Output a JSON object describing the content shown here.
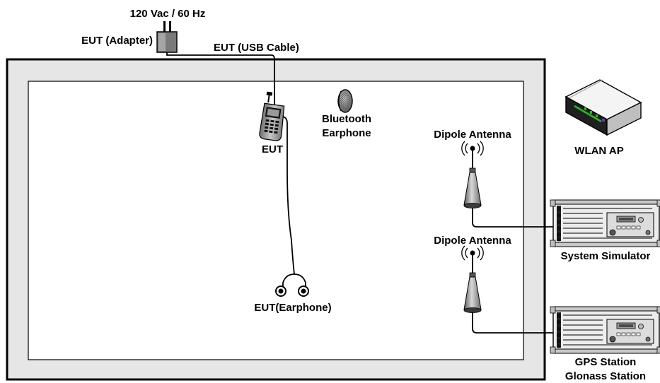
{
  "labels": {
    "power": "120 Vac / 60 Hz",
    "adapter": "EUT (Adapter)",
    "usb_cable": "EUT (USB Cable)",
    "eut": "EUT",
    "bluetooth_line1": "Bluetooth",
    "bluetooth_line2": "Earphone",
    "earphone": "EUT(Earphone)",
    "dipole_antenna_1": "Dipole Antenna",
    "dipole_antenna_2": "Dipole Antenna",
    "wlan_ap": "WLAN AP",
    "system_simulator": "System Simulator",
    "gps_station": "GPS Station",
    "glonass_station": "Glonass Station"
  },
  "icons": {
    "power_plug": "plug-icon",
    "phone": "mobile-phone-icon",
    "bluetooth_earphone": "earbud-icon",
    "wired_earphone": "wired-earphone-icon",
    "antenna": "dipole-antenna-icon",
    "router": "wlan-router-icon",
    "rack": "test-instrument-rack-icon"
  },
  "colors": {
    "chamber_fill": "#e6e6e6",
    "router_green": "#2fb52f",
    "router_purple": "#7b2fbf",
    "device_gray": "#8c8c8c"
  }
}
